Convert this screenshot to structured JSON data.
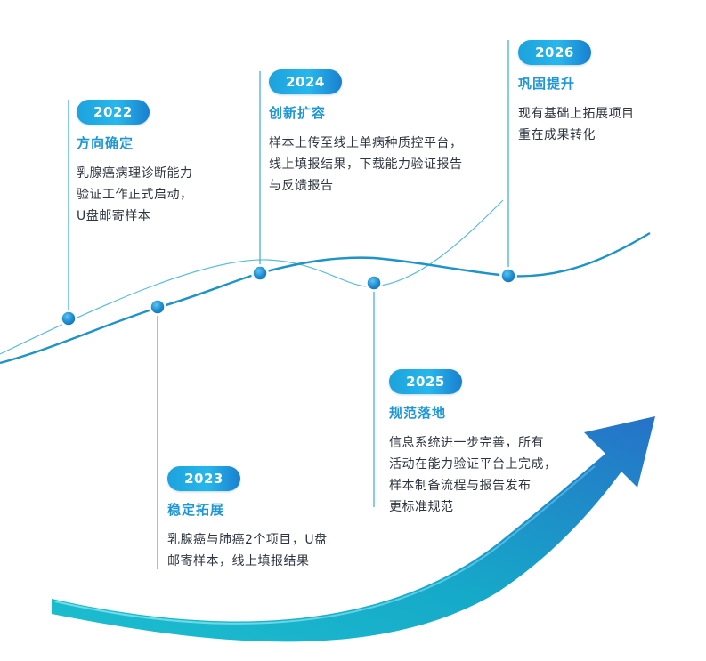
{
  "milestones": [
    {
      "year": "2022",
      "title": "方向确定",
      "lines": [
        "乳腺癌病理诊断能力",
        "验证工作正式启动，",
        "U盘邮寄样本"
      ]
    },
    {
      "year": "2023",
      "title": "稳定拓展",
      "lines": [
        "乳腺癌与肺癌2个项目，U盘",
        "邮寄样本，线上填报结果"
      ]
    },
    {
      "year": "2024",
      "title": "创新扩容",
      "lines": [
        "样本上传至线上单病种质控平台，",
        "线上填报结果，下载能力验证报告",
        "与反馈报告"
      ]
    },
    {
      "year": "2025",
      "title": "规范落地",
      "lines": [
        "信息系统进一步完善，所有",
        "活动在能力验证平台上完成，",
        "样本制备流程与报告发布",
        "更标准规范"
      ]
    },
    {
      "year": "2026",
      "title": "巩固提升",
      "lines": [
        "现有基础上拓展项目",
        "重在成果转化"
      ]
    }
  ],
  "colors": {
    "pill_start": "#1da2dc",
    "pill_end": "#1a7fcf",
    "title": "#1f97d6",
    "text": "#2f3540",
    "line_dark": "#1e93c6",
    "line_light": "#4fb8d8",
    "node": "#1f8fd2",
    "arrow_start": "#1cbfcf",
    "arrow_end": "#2672c8"
  }
}
